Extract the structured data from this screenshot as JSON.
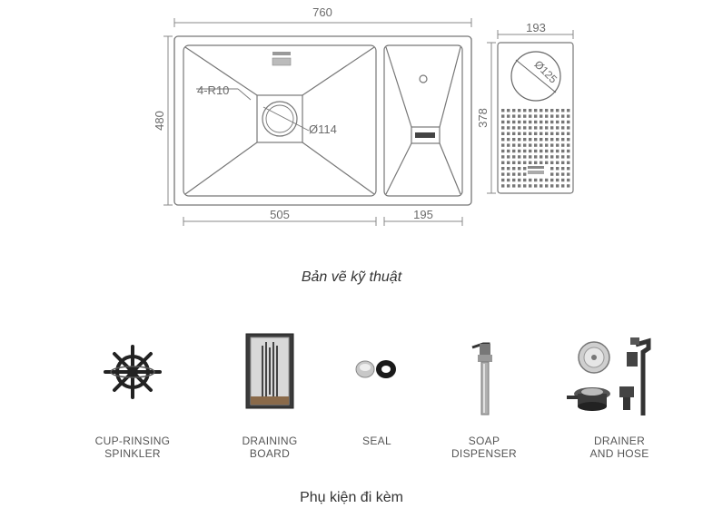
{
  "drawing": {
    "dim_overall_width": "760",
    "dim_overall_height": "480",
    "dim_main_bowl": "505",
    "dim_drainboard": "195",
    "dim_accessory_width": "193",
    "dim_accessory_height": "378",
    "dim_corner_radius": "4-R10",
    "dim_drain_diameter": "Ø114",
    "dim_cutout_diameter": "Ø125"
  },
  "captions": {
    "technical_drawing": "Bản vẽ kỹ thuật",
    "included_accessories": "Phụ kiện đi kèm"
  },
  "accessories": [
    {
      "line1": "CUP-RINSING",
      "line2": "SPINKLER",
      "icon": "cup-rinsing-sprinkler-icon"
    },
    {
      "line1": "DRAINING",
      "line2": "BOARD",
      "icon": "draining-board-icon"
    },
    {
      "line1": "SEAL",
      "line2": "",
      "icon": "seal-icon"
    },
    {
      "line1": "SOAP",
      "line2": "DISPENSER",
      "icon": "soap-dispenser-icon"
    },
    {
      "line1": "DRAINER",
      "line2": "AND HOSE",
      "icon": "drainer-hose-icon"
    }
  ]
}
